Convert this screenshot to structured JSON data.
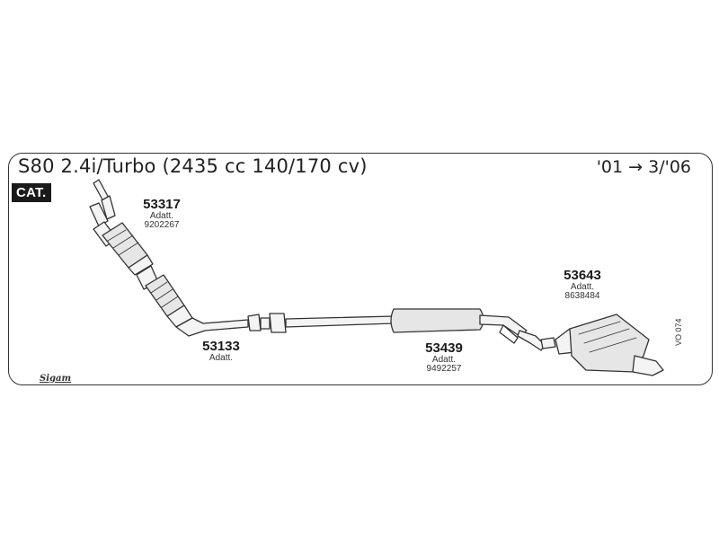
{
  "header": {
    "title": "S80 2.4i/Turbo (2435 cc 140/170 cv)",
    "date_range": "'01 → 3/'06",
    "badge": "CAT."
  },
  "parts": [
    {
      "number": "53317",
      "lines": [
        "Adatt.",
        "9202267"
      ]
    },
    {
      "number": "53133",
      "lines": [
        "Adatt."
      ]
    },
    {
      "number": "53439",
      "lines": [
        "Adatt.",
        "9492257"
      ]
    },
    {
      "number": "53643",
      "lines": [
        "Adatt.",
        "8638484"
      ]
    }
  ],
  "side_code": "VO 074",
  "logo_text": "Sigam"
}
